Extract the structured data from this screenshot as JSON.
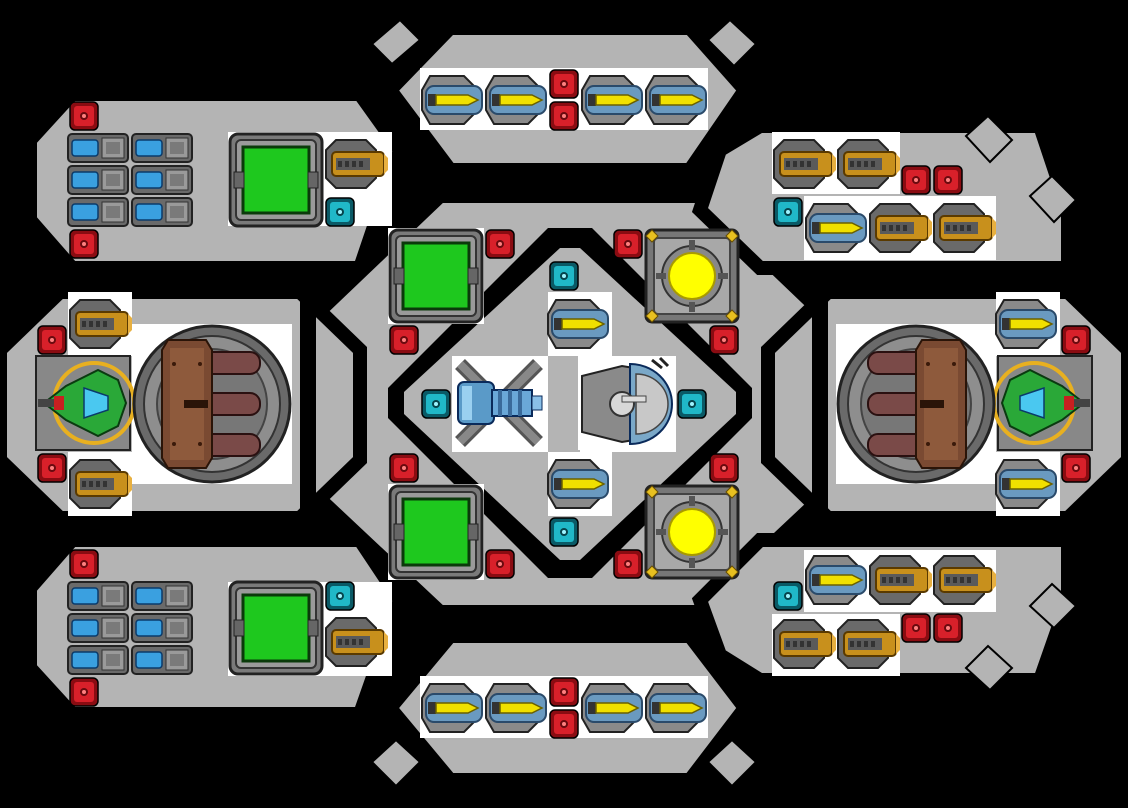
{
  "game": {
    "screen": "ship-layout",
    "palette": {
      "background": "#000000",
      "hull": "#b4b4b4",
      "hull_outline": "#000000",
      "room_floor": "#ffffff",
      "console_green": "#1ec81e",
      "reactor_yellow": "#ffff00",
      "red_node": "#d8202a",
      "cyan_node": "#20b8c8",
      "thruster_gold": "#c8901c",
      "thruster_gray": "#5a5a5a",
      "missile_blue": "#6a9ac0",
      "missile_yellow": "#f0e000",
      "cannon_brown": "#7a4a32",
      "battery_blue": "#3aa0e0",
      "ship_green": "#2aa838"
    },
    "components": [
      "green-console",
      "yellow-reactor",
      "red-node",
      "cyan-node",
      "gold-thruster",
      "missile-launcher",
      "heavy-cannon",
      "battery-cell",
      "fighter-drone",
      "blue-engine",
      "radar-dome"
    ]
  }
}
